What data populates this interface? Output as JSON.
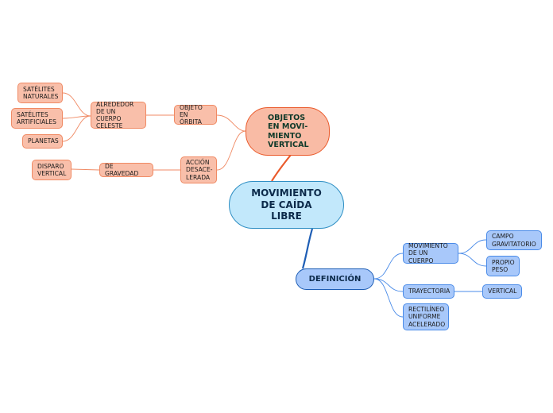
{
  "center": {
    "label": "MOVIMIENTO\nDE CAÍDA\nLIBRE"
  },
  "objetos": {
    "label": "OBJETOS\nEN MOVI-\nMIENTO\nVERTICAL",
    "orbita": {
      "label": "OBJETO EN\nÓRBITA",
      "alrededor": {
        "label": "ALREDEDOR\nDE UN CUERPO\nCELESTE",
        "items": [
          "SATÉLITES\nNATURALES",
          "SATÉLITES\nARTIFICIALES",
          "PLANETAS"
        ]
      }
    },
    "accion": {
      "label": "ACCIÓN\nDESACE-\nLERADA",
      "gravedad": {
        "label": "DE GRAVEDAD",
        "items": [
          "DISPARO\nVERTICAL"
        ]
      }
    }
  },
  "definicion": {
    "label": "DEFINICIÓN",
    "movimiento": {
      "label": "MOVIMIENTO\nDE UN CUERPO",
      "items": [
        "CAMPO\nGRAVITATORIO",
        "PROPIO\nPESO"
      ]
    },
    "trayectoria": {
      "label": "TRAYECTORIA",
      "items": [
        "VERTICAL"
      ]
    },
    "rectilineo": {
      "label": "RECTILÍNEO\nUNIFORME\nACELERADO"
    }
  },
  "colors": {
    "orange_fill": "#f9bfaa",
    "orange_line": "#f08a64",
    "orange_main_line": "#ea5a2b",
    "blue_fill": "#a8c8fa",
    "blue_line": "#4a8be8",
    "blue_main_line": "#1e5eb5",
    "center_fill": "#c2e8fb"
  }
}
